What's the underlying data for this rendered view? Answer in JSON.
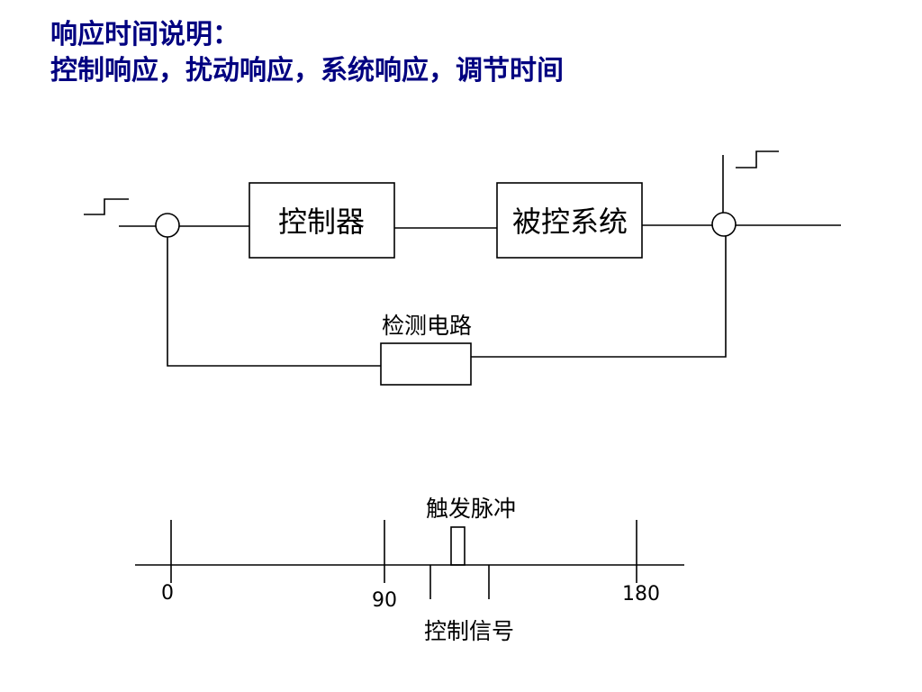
{
  "title": {
    "line1": "响应时间说明：",
    "line2": "控制响应，扰动响应，系统响应，调节时间"
  },
  "block_diagram": {
    "controller": "控制器",
    "plant": "被控系统",
    "detector": "检测电路"
  },
  "timing_diagram": {
    "pulse_label": "触发脉冲",
    "control_signal_label": "控制信号",
    "ticks": [
      "0",
      "90",
      "180"
    ]
  },
  "colors": {
    "title": "#000080",
    "lines": "#000000",
    "background": "#ffffff"
  }
}
